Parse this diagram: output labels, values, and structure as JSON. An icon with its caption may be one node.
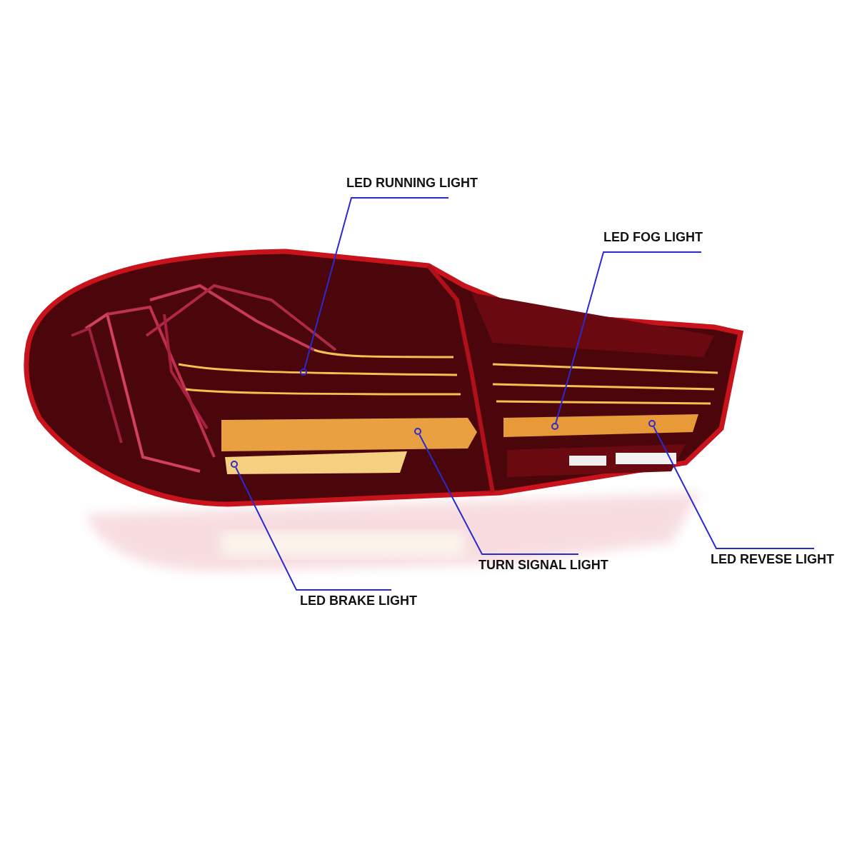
{
  "diagram": {
    "nodes": [
      {
        "text": [
          "LED RUNNING LIGHT"
        ]
      },
      {
        "text": [
          "LED FOG LIGHT"
        ]
      },
      {
        "text": [
          "LED REVESE LIGHT"
        ]
      },
      {
        "text": [
          "TURN SIGNAL LIGHT"
        ]
      },
      {
        "text": [
          "LED BRAKE LIGHT"
        ]
      },
      {
        "text": [],
        "shape": "circle"
      },
      {
        "text": [],
        "shape": "circle"
      },
      {
        "text": [],
        "shape": "circle"
      },
      {
        "text": [],
        "shape": "circle"
      },
      {
        "text": [],
        "shape": "circle"
      }
    ],
    "edges": [
      {
        "from": 0,
        "to": 6,
        "arrow": "none"
      },
      {
        "from": 1,
        "to": 8,
        "arrow": "none"
      },
      {
        "from": 2,
        "to": 9,
        "arrow": "none"
      },
      {
        "from": 3,
        "to": 7,
        "arrow": "none"
      },
      {
        "from": 4,
        "to": 5,
        "arrow": "none"
      }
    ]
  }
}
